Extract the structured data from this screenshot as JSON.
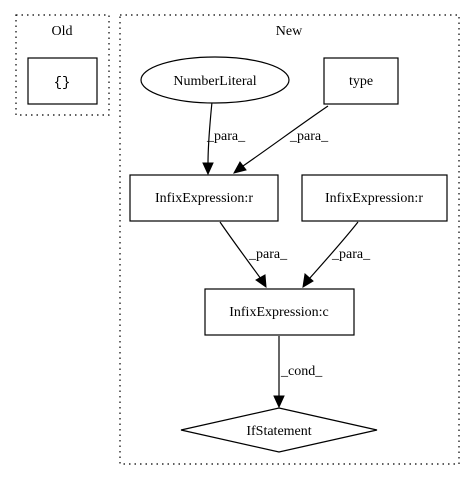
{
  "clusters": {
    "old": {
      "label": "Old"
    },
    "new": {
      "label": "New"
    }
  },
  "nodes": {
    "empty_block": {
      "label": "{}"
    },
    "number_literal": {
      "label": "NumberLiteral"
    },
    "type": {
      "label": "type"
    },
    "infix_r_left": {
      "label": "InfixExpression:r"
    },
    "infix_r_right": {
      "label": "InfixExpression:r"
    },
    "infix_c": {
      "label": "InfixExpression:c"
    },
    "if_statement": {
      "label": "IfStatement"
    }
  },
  "edges": {
    "number_literal_to_infix_r": {
      "label": "_para_"
    },
    "type_to_infix_r": {
      "label": "_para_"
    },
    "infix_r_left_to_infix_c": {
      "label": "_para_"
    },
    "infix_r_right_to_infix_c": {
      "label": "_para_"
    },
    "infix_c_to_if": {
      "label": "_cond_"
    }
  }
}
